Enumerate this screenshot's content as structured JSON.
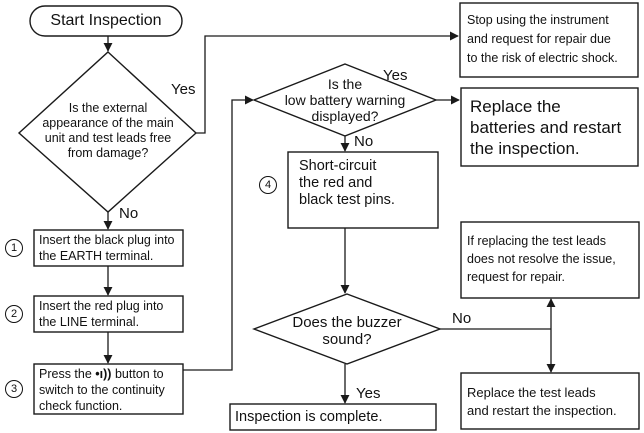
{
  "start": "Start Inspection",
  "decisions": {
    "damage": [
      "Is the external",
      "appearance of the main",
      "unit and test leads free",
      "from damage?"
    ],
    "battery": [
      "Is the",
      "low battery warning",
      "displayed?"
    ],
    "buzzer": [
      "Does the buzzer",
      "sound?"
    ]
  },
  "labels": {
    "yes": "Yes",
    "no": "No"
  },
  "steps": {
    "step1": {
      "num": "1",
      "lines": [
        "Insert the black plug into",
        "the EARTH terminal."
      ]
    },
    "step2": {
      "num": "2",
      "lines": [
        "Insert the red plug into",
        "the LINE terminal."
      ]
    },
    "step3": {
      "num": "3",
      "line1_before": "Press the",
      "icon": "•ı))",
      "line1_after": "button to",
      "lines": [
        "switch to the continuity",
        "check function."
      ]
    },
    "step4": {
      "num": "4",
      "lines": [
        "Short-circuit",
        "the red and",
        "black test pins."
      ]
    }
  },
  "outcomes": {
    "repair_shock": [
      "Stop using the instrument",
      "and request for repair due",
      "to the risk of electric shock."
    ],
    "replace_batteries": [
      "Replace the",
      "batteries and restart",
      "the inspection."
    ],
    "complete": "Inspection is complete.",
    "leads_note": [
      "If replacing the test leads",
      "does not resolve the issue,",
      "request for repair."
    ],
    "replace_leads": [
      "Replace the test leads",
      "and restart the inspection."
    ]
  },
  "colors": {
    "line": "#1a1a1a",
    "background": "#ffffff"
  }
}
